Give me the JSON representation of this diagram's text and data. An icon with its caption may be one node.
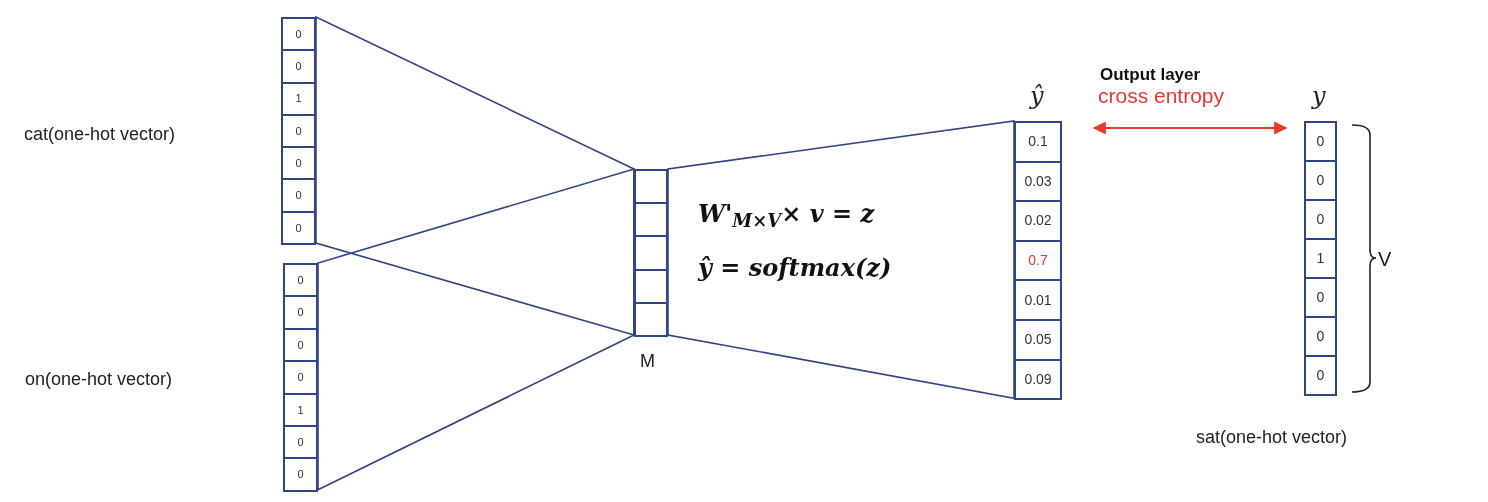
{
  "diagram": {
    "nodes": [
      {
        "text": [
          "0",
          "0",
          "1",
          "0",
          "0",
          "0",
          "0"
        ]
      },
      {
        "text": [
          "0",
          "0",
          "0",
          "0",
          "1",
          "0",
          "0"
        ]
      },
      {
        "text": [],
        "shape": "box",
        "beside": [
          "M"
        ]
      },
      {
        "text": [
          "0.1",
          "0.03",
          "0.02",
          "0.7",
          "0.01",
          "0.05",
          "0.09"
        ],
        "beside": [
          "ŷ"
        ]
      },
      {
        "text": [
          "0",
          "0",
          "0",
          "1",
          "0",
          "0",
          "0"
        ],
        "beside": [
          "y",
          "sat(one-hot vector)"
        ]
      }
    ],
    "edges": [
      {
        "from": 0,
        "to": 2,
        "arrow": "none"
      },
      {
        "from": 1,
        "to": 2,
        "arrow": "none"
      },
      {
        "from": 2,
        "to": 3,
        "arrow": "none"
      },
      {
        "from": 3,
        "to": 4,
        "arrow": "both",
        "label": "cross entropy",
        "color": "#e8382f"
      }
    ],
    "labels": [
      "cat(one-hot vector)",
      "on(one-hot vector)",
      "Output layer",
      "W'$_{M×V}$× v = z",
      "ŷ = softmax(z)",
      "V"
    ]
  }
}
